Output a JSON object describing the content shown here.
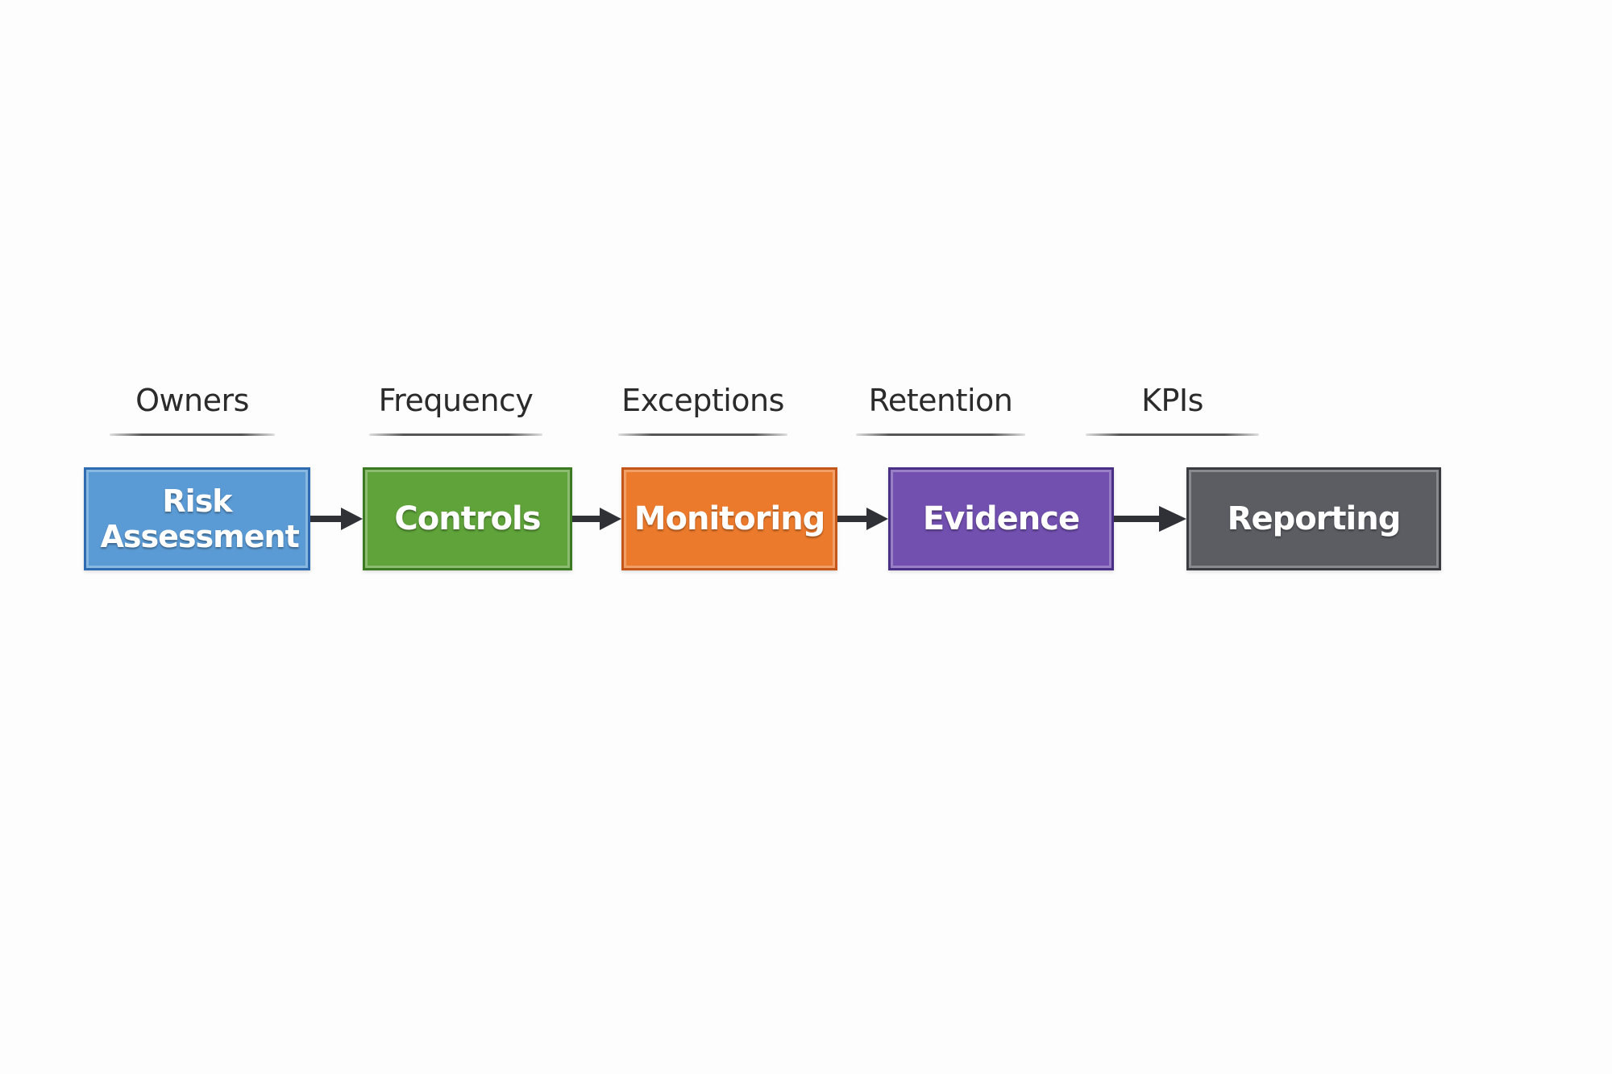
{
  "annotations": [
    "Owners",
    "Frequency",
    "Exceptions",
    "Retention",
    "KPIs"
  ],
  "steps": [
    {
      "label": "Risk Assessment",
      "color": "#5b9bd5",
      "border": "#2e6bb0"
    },
    {
      "label": "Controls",
      "color": "#5fa33a",
      "border": "#3c7a22"
    },
    {
      "label": "Monitoring",
      "color": "#ec7a2c",
      "border": "#c4561a"
    },
    {
      "label": "Evidence",
      "color": "#7250b0",
      "border": "#4a2f86"
    },
    {
      "label": "Reporting",
      "color": "#5b5d63",
      "border": "#3a3b40"
    }
  ],
  "connector_color": "#2f3137"
}
